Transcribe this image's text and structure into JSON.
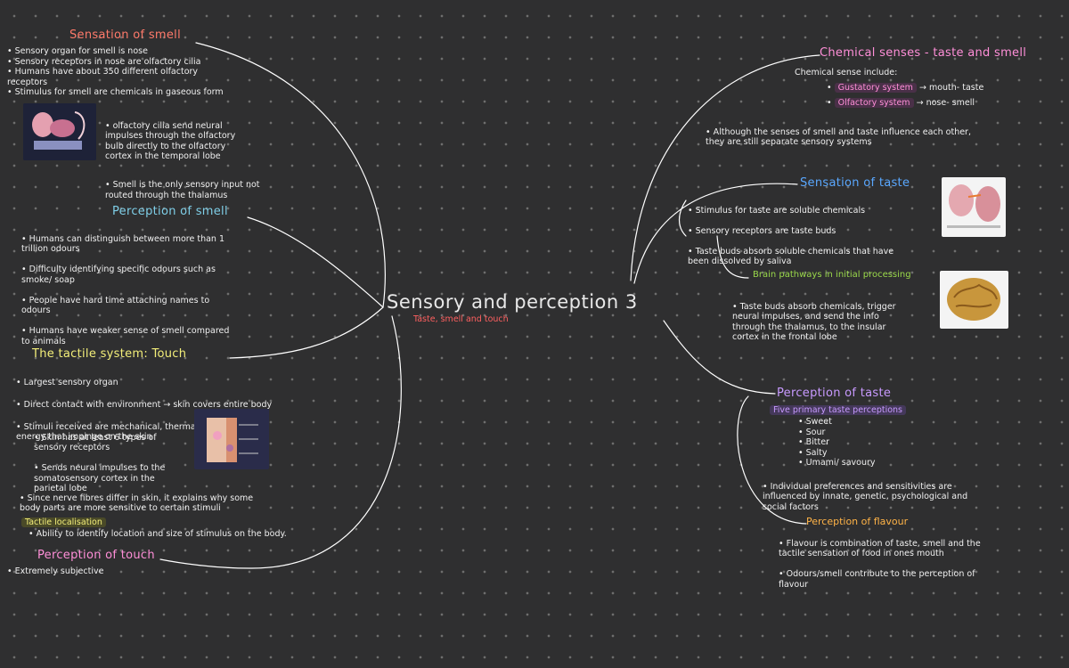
{
  "colors": {
    "background": "#2f2f30",
    "connector": "#ffffff",
    "smell_title": "#ff7a6a",
    "perception_smell": "#7fcfe8",
    "touch_title": "#f4ef7a",
    "perception_touch": "#ff8fd8",
    "chemical_title": "#ff8fd8",
    "taste_title": "#5aa8ff",
    "brain_title": "#9ad84a",
    "perception_taste": "#c89aff",
    "flavour_title": "#ffb347",
    "subtitle": "#ff6060"
  },
  "center": {
    "title": "Sensory and perception 3",
    "subtitle": "Taste, smell and touch"
  },
  "smell": {
    "title": "Sensation of smell",
    "bullets": [
      "Sensory organ for smell is nose",
      "Sensory receptors in nose are olfactory cilia",
      "Humans have about 350 different olfactory\nreceptors",
      "Stimulus for smell are chemicals in gaseous form"
    ],
    "sub_bullets": [
      "olfactory cilia send neural\nimpulses through the olfactory\nbulb directly to the olfactory\ncortex in the temporal lobe",
      "Smell is the only sensory input not\nrouted through the thalamus"
    ]
  },
  "perception_smell": {
    "title": "Perception of smell",
    "bullets": [
      "Humans can distinguish between more than 1\ntrillion odours",
      "Difficulty identifying specific odours such as\nsmoke/ soap",
      "People have hard time attaching names to\nodours",
      "Humans have weaker sense of smell compared\nto animals"
    ]
  },
  "touch": {
    "title": "The tactile system: Touch",
    "bullets": [
      "Largest sensory organ",
      "Direct contact with environment → skin covers entire body",
      "Stimuli received are mechanical, thermal and chemical\nenergy that impinge on the skin"
    ],
    "sub_bullets": [
      "Skin has at least 6 types of\nsensory receptors",
      "Sends neural impulses to the\nsomatosensory cortex in the\nparietal lobe"
    ],
    "bullet_last": "Since nerve fibres differ in skin, it explains why some\nbody parts are more sensitive to certain stimuli",
    "localization_title": "Tactile localisation",
    "localization_bullet": "Ability to identify location and size of stimulus on the body."
  },
  "perception_touch": {
    "title": "Perception of touch",
    "bullet": "Extremely subjective"
  },
  "chemical": {
    "title": "Chemical senses - taste and smell",
    "intro": "Chemical sense include:",
    "gustatory_label": "Gustatory system",
    "gustatory_rest": "→ mouth- taste",
    "olfactory_label": "Olfactory system",
    "olfactory_rest": "→ nose- smell",
    "note": "Although the senses of smell and taste influence each other,\nthey are still separate sensory systems"
  },
  "taste": {
    "title": "Sensation of taste",
    "bullets": [
      "Stimulus for taste are soluble chemicals",
      "Sensory receptors are taste buds",
      "Taste buds absorb soluble chemicals that have\nbeen dissolved by saliva"
    ]
  },
  "brain": {
    "title": "Brain pathways in initial processing",
    "bullet": "Taste buds absorb chemicals, trigger\nneural impulses, and send the info\nthrough the thalamus, to the insular\ncortex in the frontal lobe"
  },
  "perception_taste": {
    "title": "Perception of taste",
    "five_label": "Five primary taste perceptions",
    "tastes": [
      "Sweet",
      "Sour",
      "Bitter",
      "Salty",
      "Umami/ savoury"
    ],
    "bullet": "Individual preferences and sensitivities are\ninfluenced by innate, genetic, psychological and\nsocial factors"
  },
  "flavour": {
    "title": "Perception of flavour",
    "bullets": [
      "Flavour is combination of taste, smell and the\ntactile sensation of food in ones mouth",
      "Odours/smell contribute to the perception of\nflavour"
    ]
  }
}
